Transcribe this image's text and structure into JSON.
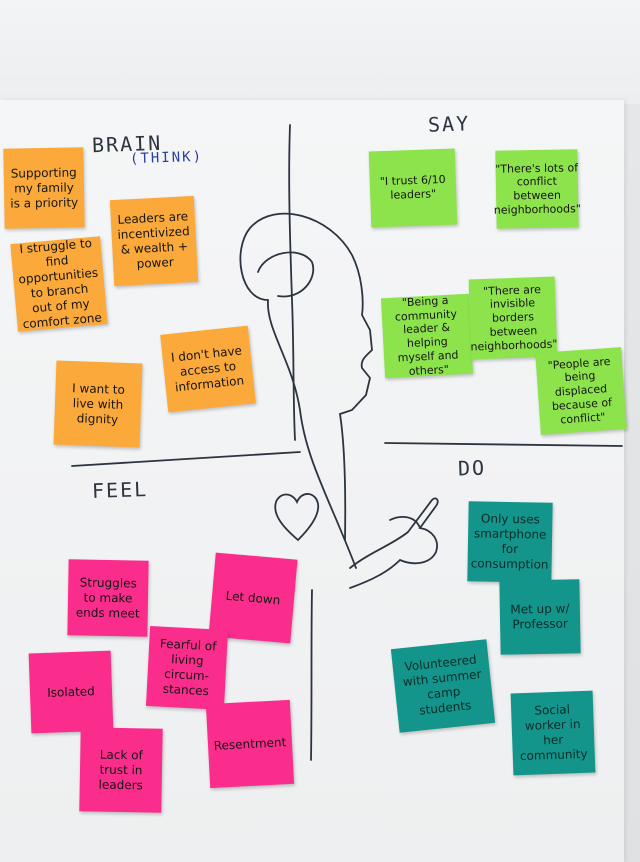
{
  "labels": {
    "brain": "BRAIN",
    "think": "(THINK)",
    "say": "SAY",
    "feel": "FEEL",
    "do": "DO"
  },
  "notes": {
    "think": [
      "Supporting my family is a priority",
      "Leaders are incentivized & wealth + power",
      "I struggle to find opportunities to branch out of my comfort zone",
      "I don't have access to information",
      "I want to live with dignity"
    ],
    "say": [
      "\"I trust 6/10 leaders\"",
      "\"There's lots of conflict between neighborhoods\"",
      "\"Being a community leader & helping myself and others\"",
      "\"There are invisible borders between neighborhoods\"",
      "\"People are being displaced because of conflict\""
    ],
    "feel": [
      "Struggles to make ends meet",
      "Let down",
      "Fearful of living circum-stances",
      "Isolated",
      "Lack of trust in leaders",
      "Resentment"
    ],
    "do": [
      "Only uses smartphone for consumption",
      "Met up w/ Professor",
      "Volunteered with summer camp students",
      "Social worker in her community"
    ]
  },
  "colors": {
    "think_notes": "#fba93a",
    "say_notes": "#8de34c",
    "feel_notes": "#fb2d8c",
    "do_notes": "#14958c",
    "paper": "#f2f3f4",
    "marker": "#2c3440"
  }
}
